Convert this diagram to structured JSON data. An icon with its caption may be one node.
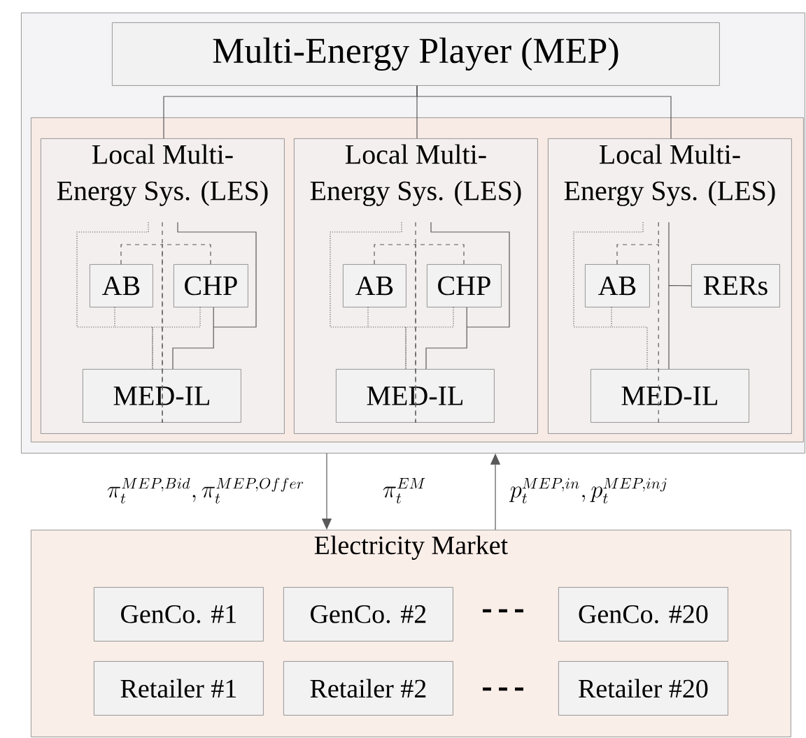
{
  "diagram": {
    "nodes": [
      {
        "text": [],
        "shape": "box"
      },
      {
        "text": [
          "Multi-Energy Player (MEP)"
        ],
        "in": 0
      },
      {
        "text": [],
        "shape": "box",
        "in": 0
      },
      {
        "text": [
          "Local Multi-Energy Sys. (LES)"
        ],
        "in": 2
      },
      {
        "text": [
          "AB"
        ],
        "in": 3
      },
      {
        "text": [
          "CHP"
        ],
        "in": 3
      },
      {
        "text": [
          "MED-IL"
        ],
        "in": 3
      },
      {
        "text": [
          "Local Multi-Energy Sys. (LES)"
        ],
        "in": 2
      },
      {
        "text": [
          "AB"
        ],
        "in": 7
      },
      {
        "text": [
          "CHP"
        ],
        "in": 7
      },
      {
        "text": [
          "MED-IL"
        ],
        "in": 7
      },
      {
        "text": [
          "Local Multi-Energy Sys. (LES)"
        ],
        "in": 2
      },
      {
        "text": [
          "AB"
        ],
        "in": 11
      },
      {
        "text": [
          "RERs"
        ],
        "in": 11
      },
      {
        "text": [
          "MED-IL"
        ],
        "in": 11
      },
      {
        "text": [
          "Electricity Market"
        ]
      },
      {
        "text": [
          "GenCo. #1"
        ],
        "in": 15
      },
      {
        "text": [
          "GenCo. #2"
        ],
        "in": 15
      },
      {
        "text": [
          "GenCo. #20"
        ],
        "in": 15
      },
      {
        "text": [
          "Retailer #1"
        ],
        "in": 15
      },
      {
        "text": [
          "Retailer #2"
        ],
        "in": 15
      },
      {
        "text": [
          "Retailer #20"
        ],
        "in": 15
      }
    ],
    "edges": [
      {
        "from": 1,
        "to": 3,
        "arrow": "none"
      },
      {
        "from": 1,
        "to": 7,
        "arrow": "none"
      },
      {
        "from": 1,
        "to": 11,
        "arrow": "none"
      },
      {
        "from": 4,
        "to": 6,
        "arrow": "none",
        "style": "dashed"
      },
      {
        "from": 5,
        "to": 6,
        "arrow": "none",
        "style": "dashed"
      },
      {
        "from": 4,
        "to": 6,
        "arrow": "none",
        "style": "dashed"
      },
      {
        "from": 5,
        "to": 6,
        "arrow": "none",
        "style": "dashed"
      },
      {
        "from": 5,
        "to": 6,
        "arrow": "none"
      },
      {
        "from": 8,
        "to": 10,
        "arrow": "none",
        "style": "dashed"
      },
      {
        "from": 9,
        "to": 10,
        "arrow": "none",
        "style": "dashed"
      },
      {
        "from": 8,
        "to": 10,
        "arrow": "none",
        "style": "dashed"
      },
      {
        "from": 9,
        "to": 10,
        "arrow": "none",
        "style": "dashed"
      },
      {
        "from": 9,
        "to": 10,
        "arrow": "none"
      },
      {
        "from": 12,
        "to": 14,
        "arrow": "none",
        "style": "dashed"
      },
      {
        "from": 12,
        "to": 14,
        "arrow": "none",
        "style": "dashed"
      },
      {
        "from": 13,
        "to": 14,
        "arrow": "none"
      },
      {
        "from": 0,
        "to": 15,
        "arrow": "to",
        "label": "\\pi_t^{MEP,Bid},\\pi_t^{MEP,Offer}"
      },
      {
        "from": 15,
        "to": 0,
        "arrow": "to",
        "label": "p_t^{MEP,in},p_t^{MEP,inj}"
      }
    ],
    "labels": [
      "\\pi_t^{EM}"
    ]
  }
}
